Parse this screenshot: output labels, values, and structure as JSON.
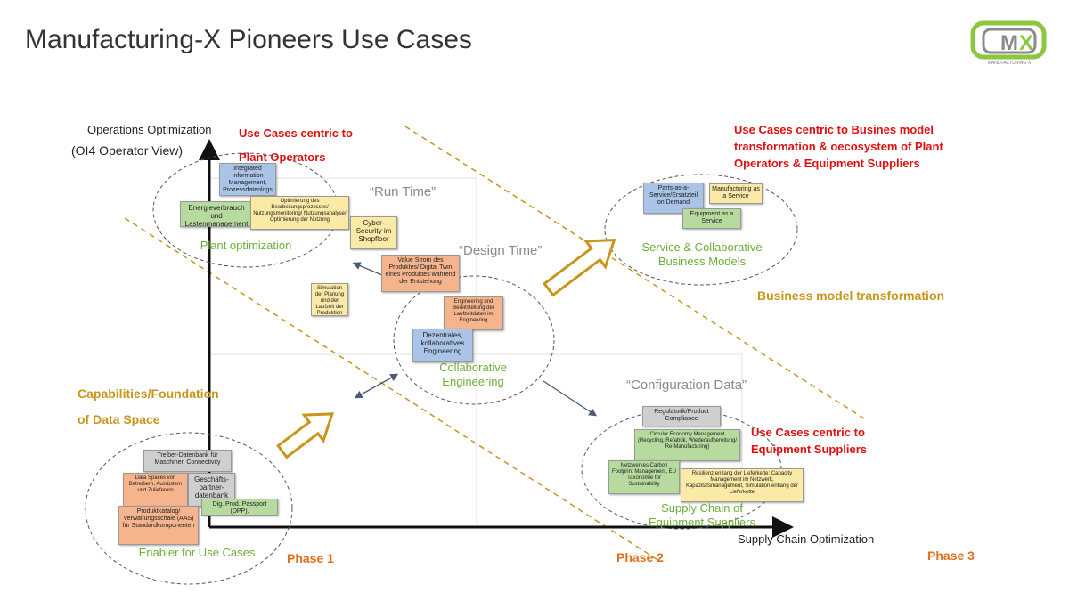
{
  "title": "Manufacturing-X Pioneers Use Cases",
  "logo": {
    "letters": "MX",
    "subtitle": "MANUFACTURING-X"
  },
  "axes": {
    "y_line1": "Operations Optimization",
    "y_line2": "(OI4 Operator View)",
    "x_label": "Supply Chain Optimization"
  },
  "headings": {
    "plant_operators_1": "Use Cases centric to",
    "plant_operators_2": "Plant Operators",
    "business_1": "Use Cases centric to Busines model",
    "business_2": "transformation & oecosystem of Plant",
    "business_3": "Operators & Equipment Suppliers",
    "equipment_1": "Use Cases centric to",
    "equipment_2": "Equipment Suppliers"
  },
  "gold_labels": {
    "capabilities_1": "Capabilities/Foundation",
    "capabilities_2": "of Data Space",
    "business_transformation": "Business model transformation"
  },
  "phases": {
    "p1": "Phase 1",
    "p2": "Phase 2",
    "p3": "Phase 3"
  },
  "quotes": {
    "run_time": "“Run Time”",
    "design_time": "“Design Time”",
    "configuration": "“Configuration Data”"
  },
  "clusters": {
    "plant_optimization": "Plant optimization",
    "service_1": "Service & Collaborative",
    "service_2": "Business Models",
    "collab_1": "Collaborative",
    "collab_2": "Engineering",
    "supply_1": "Supply Chain of",
    "supply_2": "Equipment Suppliers",
    "enabler": "Enabler for Use Cases"
  },
  "notes": {
    "n_blue_top": "Integrated Information Management, Prozessdatenlogs",
    "n_energy": "Energieverbrauch und Lastenmanagement",
    "n_optim": "Optimierung des Bearbeitungsprozesses/ Nutzungsmonitoring/ Nutzungsanalyse/ Optimierung der Nutzung",
    "n_cyber": "Cyber-Security im Shopfloor",
    "n_value": "Value Strom des Produktes/ Digital Twin eines Produktes während der Entstehung",
    "n_sim": "Simulation der Planung und der Laufzeit der Produktion",
    "n_eng": "Engineering und Bereitstellung der Laufzeitdaten im Engineering",
    "n_dez": "Dezentrales, kollaboratives Engineering",
    "n_parts": "Parts-as-a-Service/Ersatzteil on Demand",
    "n_mfg": "Manufacturing as a Service",
    "n_equip": "Equipment as a Service",
    "n_reg": "Regulatorik/Product Compliance",
    "n_circ": "Circular Economy Management (Recycling, Refabrik, Wiederaufbereitung/ Re-Manufacturing)",
    "n_carbon": "Netzwerkes Carbon Footprint Management, EU Taxonomie for Sustainability",
    "n_resil": "Resilienz entlang der Lieferkette: Capacity Management im Netzwerk, Kapazitätsmanagement, Simulation entlang der Lieferkette",
    "n_treiber": "Treiber-Datenbank für Maschinen Connectivity",
    "n_daten": "Data Spaces von Betreibern, Ausrüstern und Zulieferern",
    "n_gesch": "Geschäfts-partner-datenbank",
    "n_produkt": "Produktkatalog/ Verwaltungsschale (AAS) für Standardkomponenten",
    "n_dpp": "Dig. Prod. Passport (DPP)."
  },
  "colors": {
    "gold": "#c8961c",
    "red": "#e01010",
    "phase_orange": "#e07020",
    "green_text": "#6fae3a",
    "logo_green": "#8dc63f"
  }
}
